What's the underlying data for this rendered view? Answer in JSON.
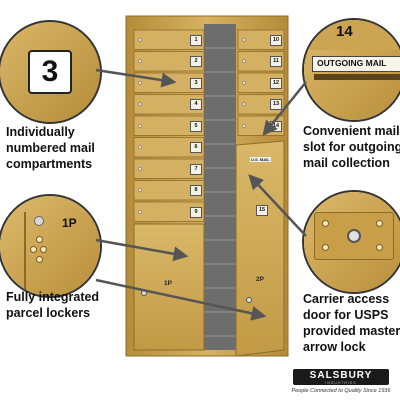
{
  "callouts": {
    "compartment_number": "3",
    "parcel_locker_label": "1P",
    "outgoing_number": "14",
    "outgoing_slot_label": "OUTGOING MAIL"
  },
  "captions": {
    "left_top": [
      "Individually",
      "numbered mail",
      "compartments"
    ],
    "left_bottom": [
      "Fully integrated",
      "parcel lockers"
    ],
    "right_top": [
      "Convenient mail",
      "slot for outgoing",
      "mail collection"
    ],
    "right_bottom": [
      "Carrier access",
      "door for USPS",
      "provided master",
      "arrow lock"
    ]
  },
  "mailbox": {
    "left_doors": [
      "1",
      "2",
      "3",
      "4",
      "5",
      "6",
      "7",
      "8",
      "9"
    ],
    "right_doors": [
      "10",
      "11",
      "12",
      "13",
      "14",
      "15"
    ],
    "left_parcel": "1P",
    "right_parcel": "2P",
    "usps_label": "U.S. MAIL"
  },
  "logo": {
    "name": "SALSBURY",
    "sub": "INDUSTRIES",
    "tagline": "People Connected to Quality Since 1936"
  },
  "colors": {
    "gold": "#c9a14a",
    "gold_dark": "#9c7a2c",
    "gold_light": "#e2c27a"
  }
}
